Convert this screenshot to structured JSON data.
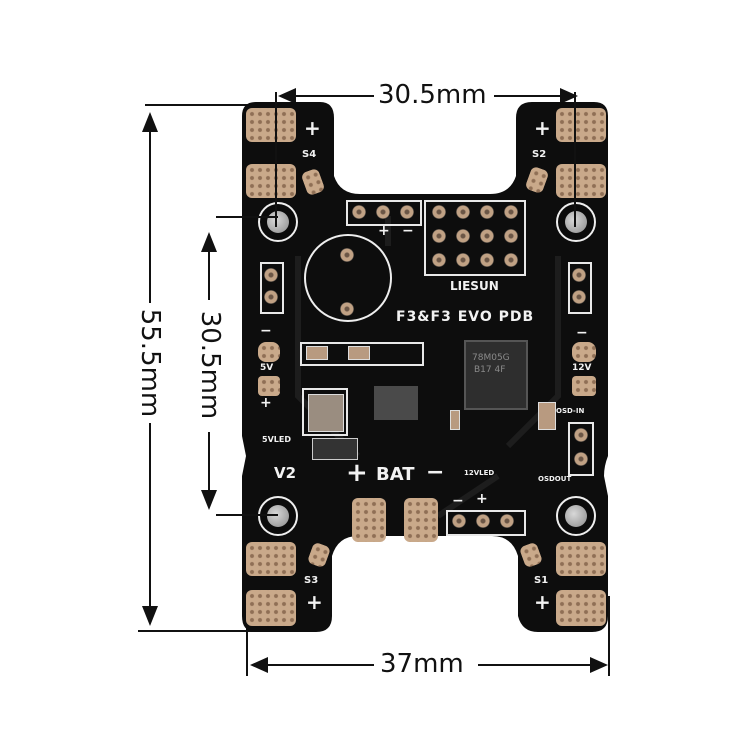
{
  "dimensions": {
    "top_hole_spacing": "30.5mm",
    "side_hole_spacing": "30.5mm",
    "overall_height": "55.5mm",
    "overall_width": "37mm"
  },
  "board": {
    "brand": "LIESUN",
    "model": "F3&F3 EVO PDB",
    "colors": {
      "pcb": "#0d0d0d",
      "silkscreen": "#f2f2f2",
      "pads": "#c9a98a",
      "background": "#ffffff"
    },
    "labels": {
      "s1": "S1",
      "s2": "S2",
      "s3": "S3",
      "s4": "S4",
      "five_volt": "5V",
      "twelve_volt": "12V",
      "v2": "V2",
      "bat": "BAT",
      "five_v_led": "5VLED",
      "twelve_v_led": "12VLED",
      "osd_out": "OSDOUT",
      "osd_in": "OSD-IN",
      "plus": "+",
      "minus": "−"
    },
    "regulator_marking": [
      "78M05G",
      "B17 4F"
    ]
  }
}
